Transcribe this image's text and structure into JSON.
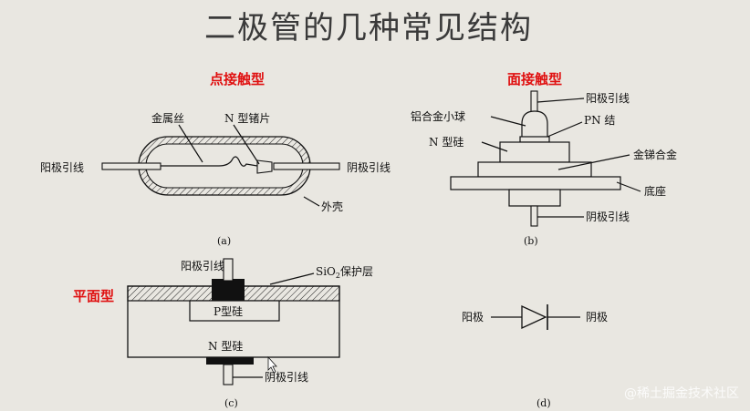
{
  "title": "二极管的几种常见结构",
  "panels": {
    "a": {
      "heading": "点接触型",
      "caption": "(a)",
      "labels": {
        "gold_wire": "金属丝",
        "n_ge": "N 型锗片",
        "anode_lead": "阳极引线",
        "cathode_lead": "阴极引线",
        "shell": "外壳"
      }
    },
    "b": {
      "heading": "面接触型",
      "caption": "(b)",
      "labels": {
        "anode_lead": "阳极引线",
        "al_ball": "铝合金小球",
        "pn": "PN 结",
        "n_si": "N 型硅",
        "au_sb": "金锑合金",
        "base": "底座",
        "cathode_lead": "阴极引线"
      }
    },
    "c": {
      "heading": "平面型",
      "caption": "(c)",
      "labels": {
        "anode_lead": "阳极引线",
        "sio2_prefix": "SiO",
        "sio2_sub": "2",
        "sio2_suffix": "保护层",
        "p_si": "P型硅",
        "n_si": "N 型硅",
        "cathode_lead": "阴极引线"
      }
    },
    "d": {
      "caption": "(d)",
      "labels": {
        "anode": "阳极",
        "cathode": "阴极"
      }
    }
  },
  "watermark": "@稀土掘金技术社区"
}
